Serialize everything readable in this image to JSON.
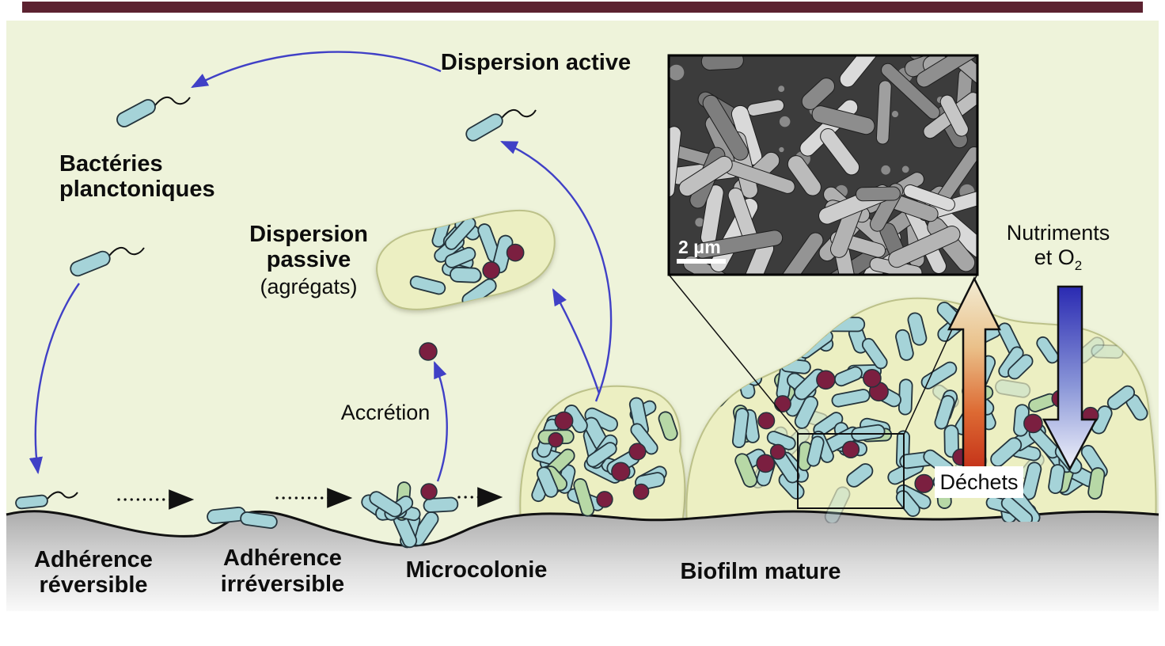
{
  "labels": {
    "dispersion_active": "Dispersion active",
    "bacteries_planctoniques": [
      "Bactéries",
      "planctoniques"
    ],
    "dispersion_passive": [
      "Dispersion",
      "passive"
    ],
    "dispersion_passive_sub": "(agrégats)",
    "accretion": "Accrétion",
    "adherence_reversible": [
      "Adhérence",
      "réversible"
    ],
    "adherence_irreversible": [
      "Adhérence",
      "irréversible"
    ],
    "microcolonie": "Microcolonie",
    "biofilm_mature": "Biofilm mature",
    "nutriments_line1": "Nutriments",
    "nutriments_line2": "et O",
    "nutriments_subscript": "2",
    "dechets": "Déchets",
    "sem_scale": "2 μm"
  },
  "colors": {
    "top_bar": "#5c2230",
    "background": "#eef3da",
    "blob_fill": "#ecefc2",
    "blob_stroke": "#bcc189",
    "cell_blue": "#a5d3d8",
    "cell_green": "#b7d8a6",
    "cell_stroke": "#24343c",
    "cell_maroon": "#7b1f40",
    "arrow_blue": "#4040c6",
    "surface_line": "#111111",
    "sem_background": "#3c3c3c",
    "waste_arrow_top": "#f2ecd4",
    "waste_arrow_bottom": "#c22c16",
    "nutrient_arrow_top": "#2a2ab2",
    "nutrient_arrow_bottom": "#f0f2fa"
  }
}
